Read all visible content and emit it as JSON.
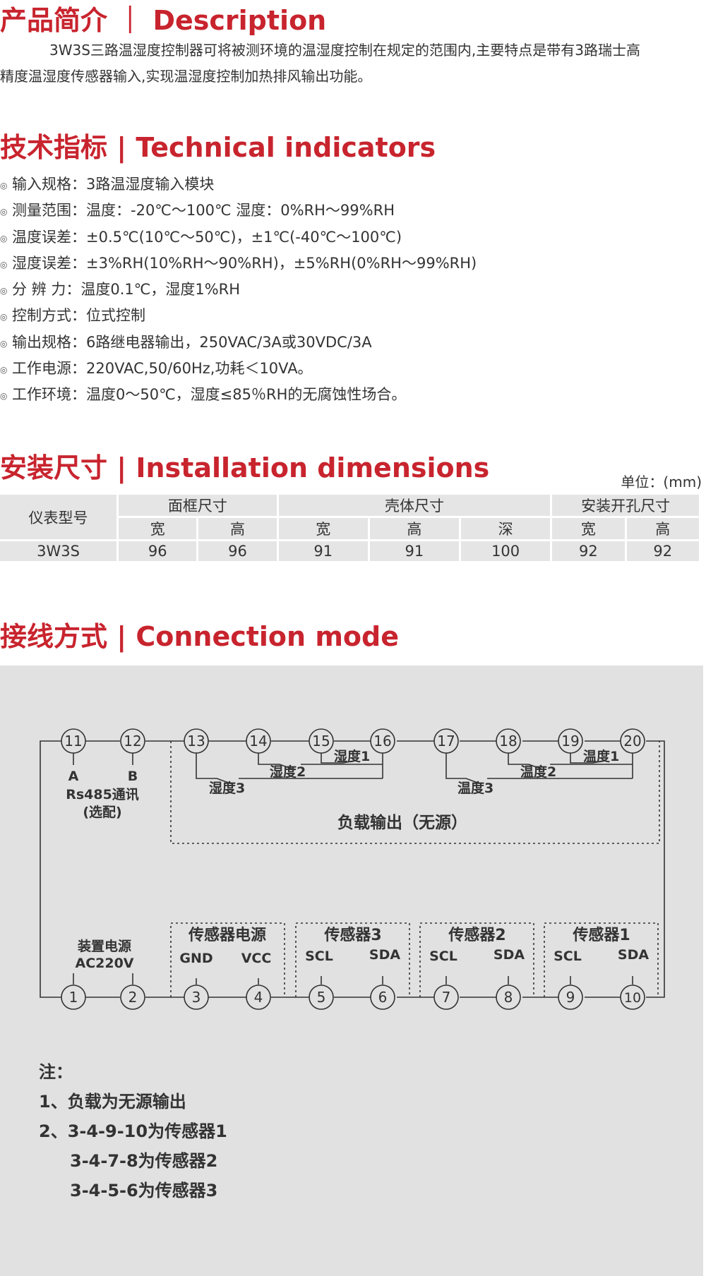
{
  "sections": {
    "description": {
      "title": "产品简介 ｜ Description",
      "paragraph_line1": "3W3S三路温湿度控制器可将被测环境的温湿度控制在规定的范围内,主要特点是带有3路瑞士高",
      "paragraph_line2": "精度温湿度传感器输入,实现温湿度控制加热排风输出功能。"
    },
    "technical": {
      "title": "技术指标 | Technical indicators",
      "bullet_symbol": "◎",
      "items": [
        "输入规格：3路温湿度输入模块",
        "测量范围：温度：-20℃～100℃  湿度：0%RH～99%RH",
        "温度误差：±0.5℃(10℃～50℃)，±1℃(-40℃～100℃)",
        "湿度误差：±3%RH(10%RH～90%RH)，±5%RH(0%RH～99%RH)",
        "分  辨  力：温度0.1℃，湿度1%RH",
        "控制方式：位式控制",
        "输出规格：6路继电器输出，250VAC/3A或30VDC/3A",
        "工作电源：220VAC,50/60Hz,功耗＜10VA。",
        "工作环境：温度0～50℃，湿度≤85％RH的无腐蚀性场合。"
      ]
    },
    "installation": {
      "title": "安装尺寸 | Installation dimensions",
      "unit": "单位：(mm)",
      "model_header": "仪表型号",
      "group_headers": [
        "面框尺寸",
        "壳体尺寸",
        "安装开孔尺寸"
      ],
      "sub_headers": [
        "宽",
        "高",
        "宽",
        "高",
        "深",
        "宽",
        "高"
      ],
      "rows": [
        {
          "model": "3W3S",
          "values": [
            "96",
            "96",
            "91",
            "91",
            "100",
            "92",
            "92"
          ]
        }
      ]
    },
    "connection": {
      "title": "接线方式 | Connection mode",
      "top_terminals": [
        "11",
        "12",
        "13",
        "14",
        "15",
        "16",
        "17",
        "18",
        "19",
        "20"
      ],
      "bottom_terminals": [
        "1",
        "2",
        "3",
        "4",
        "5",
        "6",
        "7",
        "8",
        "9",
        "10"
      ],
      "rs485": {
        "a": "A",
        "b": "B",
        "line1": "Rs485通讯",
        "line2": "(选配)"
      },
      "relay_labels": {
        "humidity1": "湿度1",
        "humidity2": "湿度2",
        "humidity3": "湿度3",
        "temp1": "温度1",
        "temp2": "温度2",
        "temp3": "温度3"
      },
      "load_output": "负载输出（无源）",
      "power": {
        "line1": "装置电源",
        "line2": "AC220V"
      },
      "sensor_power": {
        "title": "传感器电源",
        "gnd": "GND",
        "vcc": "VCC"
      },
      "sensors": [
        {
          "title": "传感器3",
          "scl": "SCL",
          "sda": "SDA"
        },
        {
          "title": "传感器2",
          "scl": "SCL",
          "sda": "SDA"
        },
        {
          "title": "传感器1",
          "scl": "SCL",
          "sda": "SDA"
        }
      ],
      "notes": {
        "heading": "注：",
        "line1": "1、负载为无源输出",
        "line2": "2、3-4-9-10为传感器1",
        "line3": "3-4-7-8为传感器2",
        "line4": "3-4-5-6为传感器3"
      }
    }
  }
}
